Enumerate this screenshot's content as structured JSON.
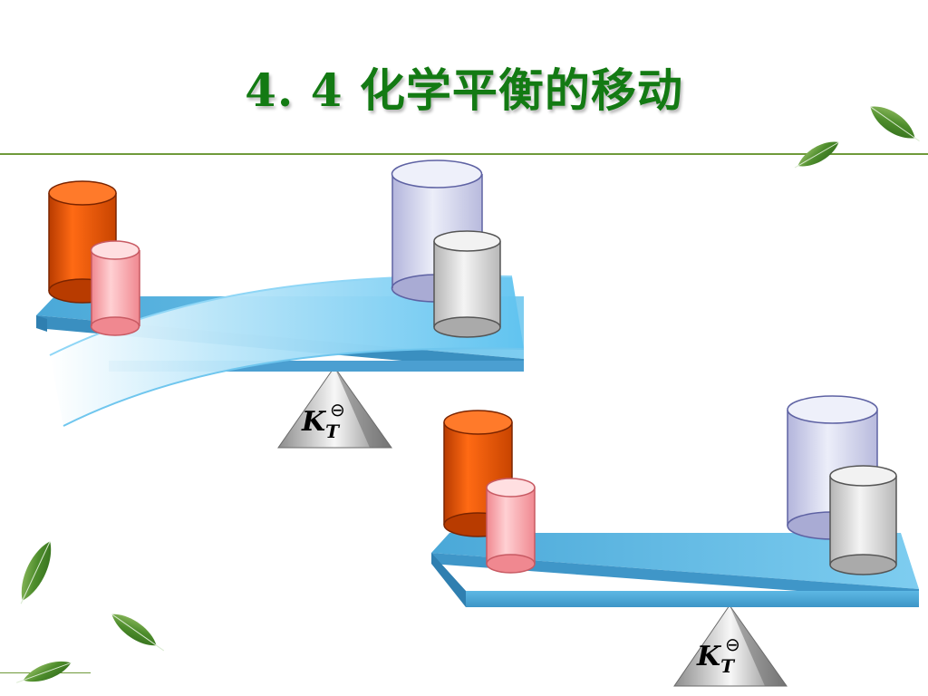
{
  "slide": {
    "title": "4. 4  化学平衡的移动",
    "accent_color": "#137a13"
  },
  "balances": [
    {
      "state": "tilted",
      "fulcrum_label": {
        "symbol": "K",
        "subscript": "T",
        "superscript": "⊖"
      },
      "left_items": [
        "orange-cylinder",
        "pink-cylinder"
      ],
      "right_items": [
        "lavender-cylinder",
        "gray-cylinder"
      ]
    },
    {
      "state": "level",
      "fulcrum_label": {
        "symbol": "K",
        "subscript": "T",
        "superscript": "⊖"
      },
      "left_items": [
        "orange-cylinder",
        "pink-cylinder"
      ],
      "right_items": [
        "lavender-cylinder",
        "gray-cylinder"
      ]
    }
  ],
  "colors": {
    "beam": "#5bbde6",
    "orange_cylinder": "#f05a0a",
    "pink_cylinder": "#f7a1a8",
    "lavender_cylinder": "#c9cbe8",
    "gray_cylinder": "#cfcfcf",
    "leaf": "#4a8a2c"
  }
}
